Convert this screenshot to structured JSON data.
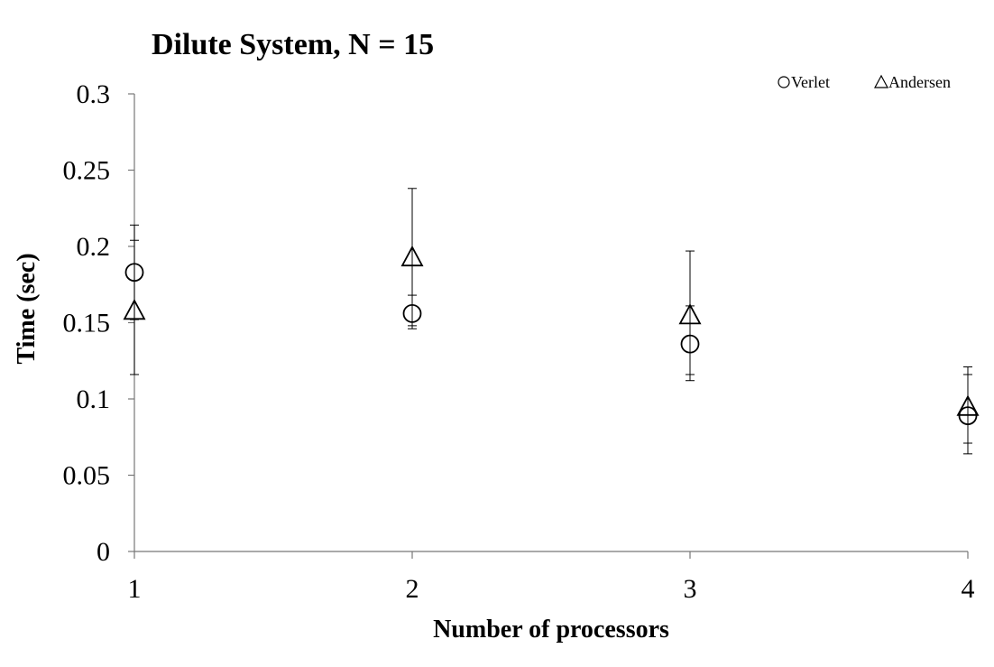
{
  "chart_data": {
    "type": "scatter",
    "title": "Dilute System, N = 15",
    "xlabel": "Number of processors",
    "ylabel": "Time (sec)",
    "xlim": [
      1,
      4
    ],
    "ylim": [
      0,
      0.3
    ],
    "x_ticks": [
      "1",
      "2",
      "3",
      "4"
    ],
    "y_ticks": [
      "0",
      "0.05",
      "0.1",
      "0.15",
      "0.2",
      "0.25",
      "0.3"
    ],
    "grid": false,
    "legend_position": "top-right",
    "series": [
      {
        "name": "Verlet",
        "marker": "circle",
        "points": [
          {
            "x": 1,
            "y": 0.183,
            "err_low": 0.152,
            "err_high": 0.214
          },
          {
            "x": 2,
            "y": 0.156,
            "err_low": 0.146,
            "err_high": 0.168
          },
          {
            "x": 3,
            "y": 0.136,
            "err_low": 0.112,
            "err_high": 0.161
          },
          {
            "x": 4,
            "y": 0.089,
            "err_low": 0.064,
            "err_high": 0.116
          }
        ]
      },
      {
        "name": "Andersen",
        "marker": "triangle",
        "points": [
          {
            "x": 1,
            "y": 0.158,
            "err_low": 0.116,
            "err_high": 0.204
          },
          {
            "x": 2,
            "y": 0.193,
            "err_low": 0.148,
            "err_high": 0.238
          },
          {
            "x": 3,
            "y": 0.155,
            "err_low": 0.116,
            "err_high": 0.197
          },
          {
            "x": 4,
            "y": 0.095,
            "err_low": 0.071,
            "err_high": 0.121
          }
        ]
      }
    ]
  }
}
